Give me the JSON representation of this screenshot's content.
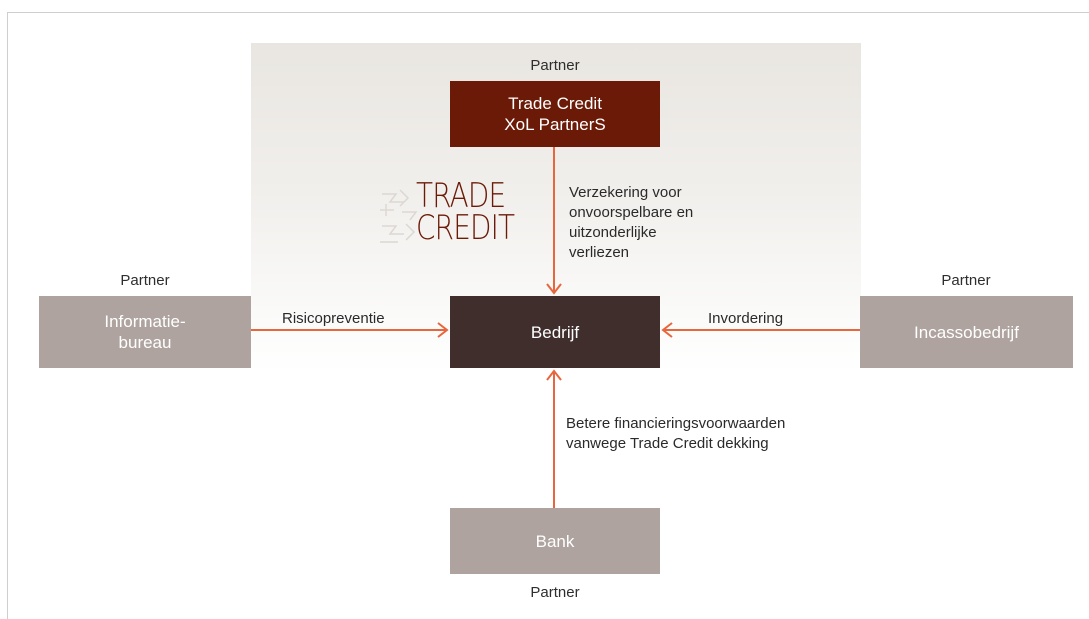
{
  "colors": {
    "accent_arrow": "#e8663d",
    "partner_box": "#aea39e",
    "center_box": "#3f2e2c",
    "top_box": "#6b1a08",
    "logo": "#6b1a08"
  },
  "nodes": {
    "top": {
      "label": "Trade Credit\nXoL PartnerS",
      "partner": "Partner"
    },
    "center": {
      "label": "Bedrijf"
    },
    "left": {
      "label": "Informatie-\nbureau",
      "partner": "Partner"
    },
    "right": {
      "label": "Incassobedrijf",
      "partner": "Partner"
    },
    "bottom": {
      "label": "Bank",
      "partner": "Partner"
    }
  },
  "edges": {
    "top_to_center": "Verzekering voor\nonvoorspelbare en\nuitzonderlijke\nverliezen",
    "left_to_center": "Risicopreventie",
    "right_to_center": "Invordering",
    "bottom_to_center": "Betere financieringsvoorwaarden\nvanwege Trade Credit dekking"
  },
  "logo": {
    "line1": "TRADE",
    "line2": "CREDIT",
    "icon": "trade-credit-emblem-icon"
  }
}
